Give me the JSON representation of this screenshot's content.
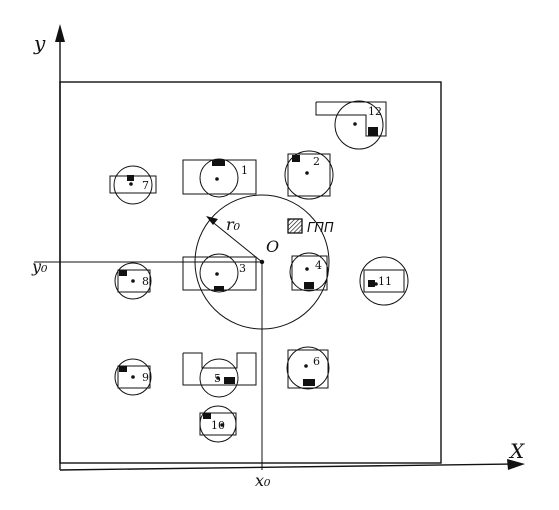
{
  "axes": {
    "x_label": "X",
    "y_label": "y",
    "x0_label": "x₀",
    "y0_label": "y₀"
  },
  "center": {
    "origin_label": "O",
    "radius_label": "r₀"
  },
  "gpp": {
    "label": "ГПП"
  },
  "machines": [
    {
      "label": "1"
    },
    {
      "label": "2"
    },
    {
      "label": "3"
    },
    {
      "label": "4"
    },
    {
      "label": "5"
    },
    {
      "label": "6"
    },
    {
      "label": "7"
    },
    {
      "label": "8"
    },
    {
      "label": "9"
    },
    {
      "label": "10"
    },
    {
      "label": "11"
    },
    {
      "label": "12"
    }
  ]
}
